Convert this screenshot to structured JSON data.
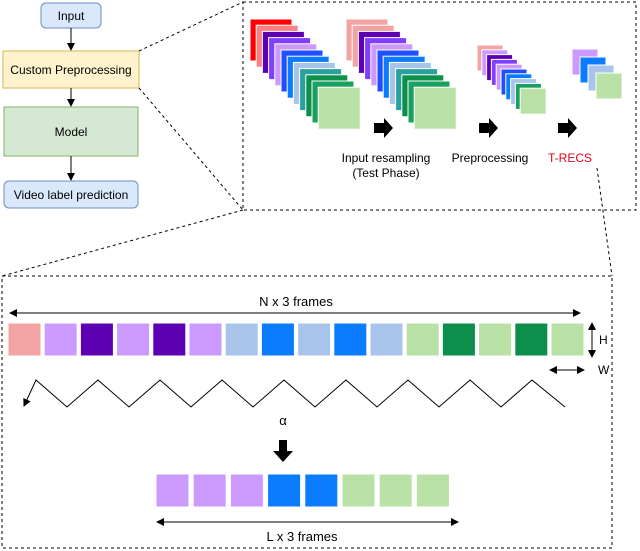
{
  "flow": {
    "input": "Input",
    "custom_preprocessing": "Custom Preprocessing",
    "model": "Model",
    "prediction": "Video label prediction"
  },
  "pipeline": {
    "resampling_line1": "Input resampling",
    "resampling_line2": "(Test Phase)",
    "preprocessing": "Preprocessing",
    "trecs": "T-RECS"
  },
  "detail": {
    "top_label": "N x 3  frames",
    "h_label": "H",
    "w_label": "W",
    "alpha": "α",
    "bottom_label": "L x 3  frames"
  },
  "colors": {
    "flow_blue_fill": "#dae8fc",
    "flow_blue_stroke": "#6c8ebf",
    "flow_yellow_fill": "#fff2cc",
    "flow_yellow_stroke": "#d6b656",
    "flow_green_fill": "#d5e8d4",
    "flow_green_stroke": "#82b366",
    "trecs_red": "#e8001c",
    "frame_sequence_top": [
      "#f4a3a3",
      "#cc99ff",
      "#5b00b3",
      "#cc99ff",
      "#5b00b3",
      "#cc99ff",
      "#a9c4eb",
      "#0b7cff",
      "#a9c4eb",
      "#0b7cff",
      "#a9c4eb",
      "#b9e0a5",
      "#0b8f4a",
      "#b9e0a5",
      "#0b8f4a",
      "#b9e0a5"
    ],
    "frame_sequence_bottom": [
      "#cc99ff",
      "#cc99ff",
      "#cc99ff",
      "#0b7cff",
      "#0b7cff",
      "#b9e0a5",
      "#b9e0a5",
      "#b9e0a5"
    ],
    "stack_full": [
      "#ff0000",
      "#ff8080",
      "#5b00b3",
      "#7f3fff",
      "#cc99ff",
      "#1f4fff",
      "#0b7cff",
      "#a9c4eb",
      "#2aa0a0",
      "#0b8f4a",
      "#1aa060",
      "#b9e0a5"
    ],
    "stack_light": [
      "#f4a3a3",
      "#f4a3a3",
      "#5b00b3",
      "#7f3fff",
      "#cc99ff",
      "#1f4fff",
      "#0b7cff",
      "#a9c4eb",
      "#2aa0a0",
      "#0b8f4a",
      "#1aa060",
      "#b9e0a5"
    ],
    "stack_pre": [
      "#f4a3a3",
      "#cc99ff",
      "#5b00b3",
      "#7f3fff",
      "#cc99ff",
      "#1f4fff",
      "#0b7cff",
      "#a9c4eb",
      "#1aa060",
      "#b9e0a5"
    ],
    "stack_trecs": [
      "#cc99ff",
      "#0b7cff",
      "#a9c4eb",
      "#b9e0a5"
    ]
  }
}
